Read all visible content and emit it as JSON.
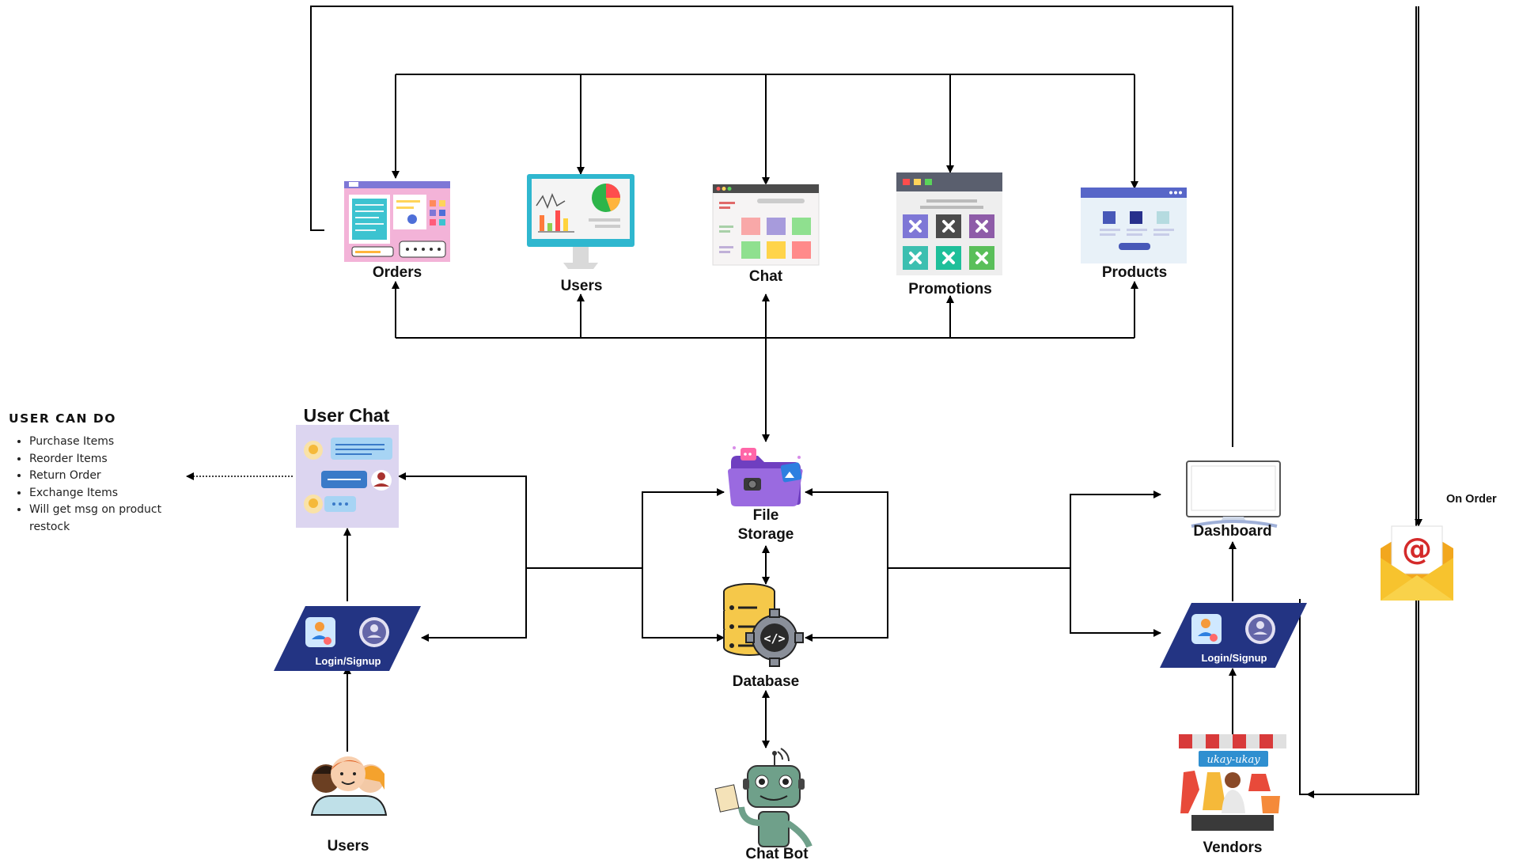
{
  "modules": {
    "orders": "Orders",
    "users": "Users",
    "chat": "Chat",
    "promotions": "Promotions",
    "products": "Products"
  },
  "core": {
    "file_storage_line1": "File",
    "file_storage_line2": "Storage",
    "database": "Database",
    "chat_bot": "Chat Bot"
  },
  "user_side": {
    "user_chat": "User Chat",
    "login_signup": "Login/Signup",
    "users": "Users"
  },
  "vendor_side": {
    "dashboard": "Dashboard",
    "login_signup": "Login/Signup",
    "vendors": "Vendors",
    "on_order": "On Order",
    "shop_sign": "ukay-ukay"
  },
  "user_can_do": {
    "title": "USER CAN DO",
    "items": [
      "Purchase Items",
      "Reorder Items",
      "Return Order",
      "Exchange Items",
      "Will get msg on product restock"
    ]
  },
  "colors": {
    "line": "#000000",
    "login_panel": "#233483",
    "chat_panel": "#dcd5f0",
    "folder": "#8a5ad6",
    "db_yellow": "#f5c84a",
    "envelope": "#f7c32e"
  }
}
